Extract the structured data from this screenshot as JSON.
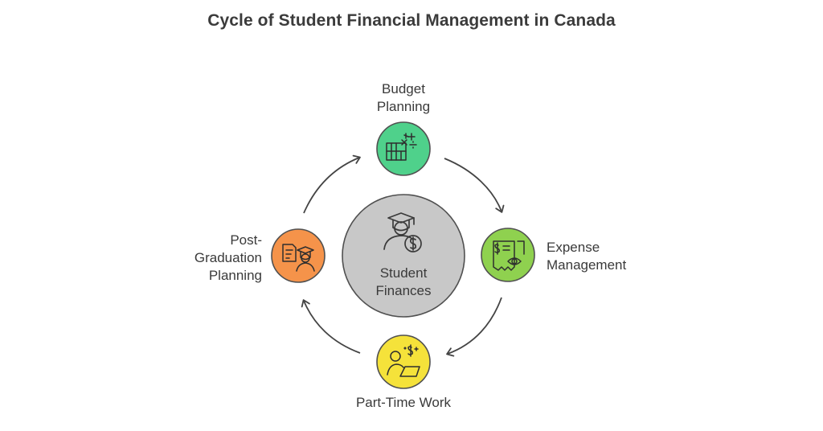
{
  "title": "Cycle of Student Financial Management in Canada",
  "center": {
    "line1": "Student",
    "line2": "Finances",
    "icon": "graduate-coin-icon",
    "color": "#c8c8c8"
  },
  "nodes": [
    {
      "id": "budget",
      "lines": [
        "Budget",
        "Planning"
      ],
      "icon": "calculator-books-icon",
      "color": "#4fd18b"
    },
    {
      "id": "expense",
      "lines": [
        "Expense",
        "Management"
      ],
      "icon": "receipt-eye-icon",
      "color": "#8fd14f"
    },
    {
      "id": "parttime",
      "lines": [
        "Part-Time Work"
      ],
      "icon": "laptop-worker-icon",
      "color": "#f5e23a"
    },
    {
      "id": "postgrad",
      "lines": [
        "Post-",
        "Graduation",
        "Planning"
      ],
      "icon": "diploma-graduate-icon",
      "color": "#f5934a"
    }
  ]
}
